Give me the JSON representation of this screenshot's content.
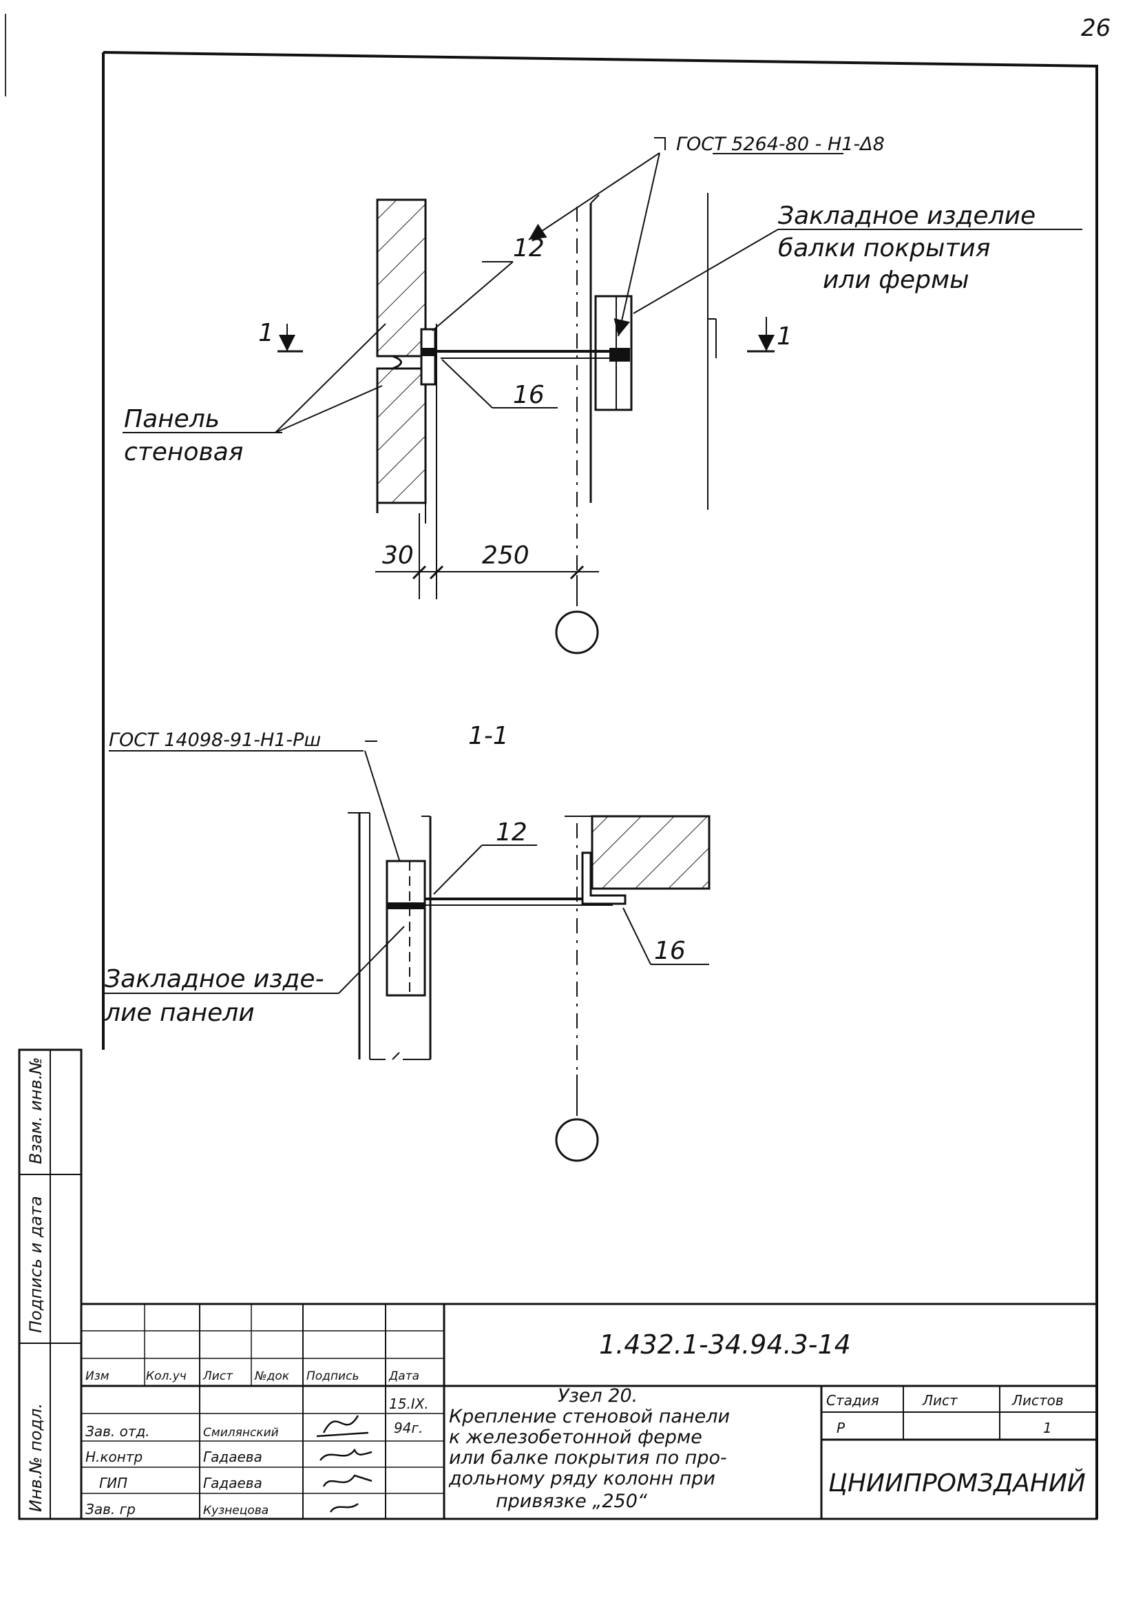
{
  "page_number": "26",
  "plan_view": {
    "note_gost_top": "ГОСТ 5264-80 - Н1-Δ8",
    "label_embedded_beam": [
      "Закладное изделие",
      "балки покрытия",
      "или фермы"
    ],
    "label_wall_panel": [
      "Панель",
      "стеновая"
    ],
    "item_12": "12",
    "item_16": "16",
    "section_mark": "1",
    "dim_30": "30",
    "dim_250": "250"
  },
  "section_view": {
    "title": "1-1",
    "note_gost_bottom": "ГОСТ 14098-91-Н1-Рш",
    "label_embedded_panel": [
      "Закладное изде-",
      "лие панели"
    ],
    "item_12": "12",
    "item_16": "16"
  },
  "side_stamp": [
    "Взам. инв.№",
    "Подпись и дата",
    "Инв.№ подл."
  ],
  "title_block": {
    "doc_code": "1.432.1-34.94.3-14",
    "headers": [
      "Изм",
      "Кол.уч",
      "Лист",
      "№док",
      "Подпись",
      "Дата"
    ],
    "roles": [
      "Зав. отд.",
      "Н.контр",
      "ГИП",
      "Зав. гр"
    ],
    "names": [
      "Смилянский",
      "Гадаева",
      "Гадаева",
      "Кузнецова"
    ],
    "date": [
      "15.IX.",
      "94г."
    ],
    "title_lines": [
      "Узел 20.",
      "Крепление стеновой панели",
      "к железобетонной ферме",
      "или балке покрытия по про-",
      "дольному ряду колонн при",
      "привязке „250“"
    ],
    "stage_headers": [
      "Стадия",
      "Лист",
      "Листов"
    ],
    "stage_values": [
      "Р",
      "1",
      ""
    ],
    "organization": "ЦНИИПРОМЗДАНИЙ"
  }
}
